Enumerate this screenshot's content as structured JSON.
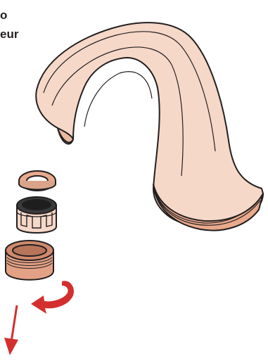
{
  "caption": {
    "line1": "o",
    "line2": "eur"
  },
  "colors": {
    "copper_body": "#f6d8c8",
    "copper_dark": "#d9a48a",
    "copper_ring": "#e8a98c",
    "outline": "#231f20",
    "arrow_red": "#d32f2f"
  },
  "icons": {
    "spout": "spout-illustration",
    "washer": "washer-illustration",
    "screen": "aerator-screen-illustration",
    "housing": "aerator-housing-illustration",
    "rotate_arrow": "rotate-arrow-icon",
    "down_arrow": "down-arrow-icon"
  }
}
